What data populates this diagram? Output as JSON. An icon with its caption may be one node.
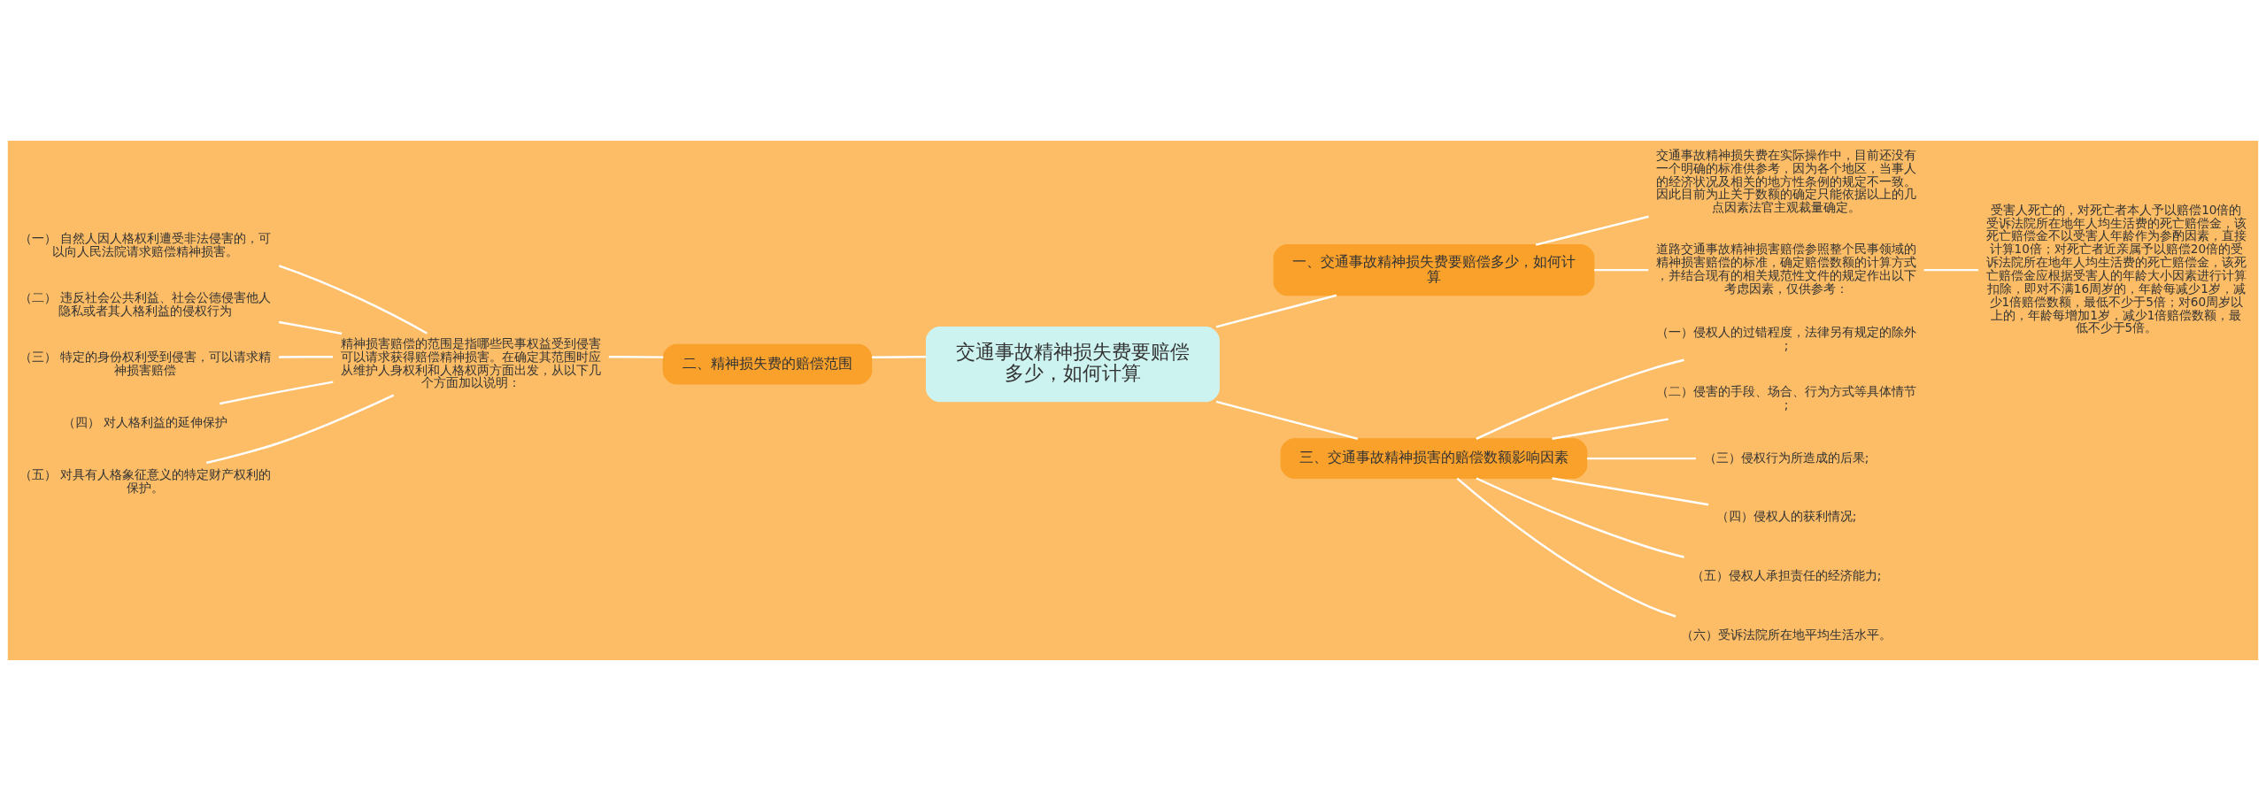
{
  "diagram": {
    "nodes": [
      {
        "text": [
          "交通事故精神损失费要赔偿多少，如何计算"
        ]
      },
      {
        "text": [
          "一、交通事故精神损失费要赔偿多少，如何计算"
        ]
      },
      {
        "text": [
          "交通事故精神损失费在实际操作中，目前还没有一个明确的标准供参考，因为各个地区，当事人的经济状况及相关的地方性条例的规定不一致。因此目前为止关于数额的确定只能依据以上的几点因素法官主观裁量确定。"
        ]
      },
      {
        "text": [
          "道路交通事故精神损害赔偿参照整个民事领域的精神损害赔偿的标准，确定赔偿数额的计算方式，并结合现有的相关规范性文件的规定作出以下考虑因素，仅供参考："
        ]
      },
      {
        "text": [
          "受害人死亡的，对死亡者本人予以赔偿10倍的受诉法院所在地年人均生活费的死亡赔偿金，该死亡赔偿金不以受害人年龄作为参酌因素，直接计算10倍；对死亡者近亲属予以赔偿20倍的受诉法院所在地年人均生活费的死亡赔偿金，该死亡赔偿金应根据受害人的年龄大小因素进行计算扣除，即对不满16周岁的，年龄每减少1岁，减少1倍赔偿数额，最低不少于5倍；对60周岁以上的，年龄每增加1岁，减少1倍赔偿数额，最低不少于5倍。"
        ]
      },
      {
        "text": [
          "二、精神损失费的赔偿范围"
        ]
      },
      {
        "text": [
          "精神损害赔偿的范围是指哪些民事权益受到侵害可以请求获得赔偿精神损害。在确定其范围时应从维护人身权利和人格权两方面出发，从以下几个方面加以说明："
        ]
      },
      {
        "text": [
          "（一） 自然人因人格权利遭受非法侵害的，可以向人民法院请求赔偿精神损害。"
        ]
      },
      {
        "text": [
          "（二） 违反社会公共利益、社会公德侵害他人隐私或者其人格利益的侵权行为"
        ]
      },
      {
        "text": [
          "（三） 特定的身份权利受到侵害，可以请求精神损害赔偿"
        ]
      },
      {
        "text": [
          "（四） 对人格利益的延伸保护"
        ]
      },
      {
        "text": [
          "（五） 对具有人格象征意义的特定财产权利的保护。"
        ]
      },
      {
        "text": [
          "三、交通事故精神损害的赔偿数额影响因素"
        ]
      },
      {
        "text": [
          "（一）侵权人的过错程度，法律另有规定的除外;"
        ]
      },
      {
        "text": [
          "（二）侵害的手段、场合、行为方式等具体情节;"
        ]
      },
      {
        "text": [
          "（三）侵权行为所造成的后果;"
        ]
      },
      {
        "text": [
          "（四）侵权人的获利情况;"
        ]
      },
      {
        "text": [
          "（五）侵权人承担责任的经济能力;"
        ]
      },
      {
        "text": [
          "（六）受诉法院所在地平均生活水平。"
        ]
      }
    ],
    "edges": [
      {
        "from": 0,
        "to": 1,
        "arrow": "none"
      },
      {
        "from": 1,
        "to": 2,
        "arrow": "none"
      },
      {
        "from": 1,
        "to": 3,
        "arrow": "none"
      },
      {
        "from": 3,
        "to": 4,
        "arrow": "none"
      },
      {
        "from": 0,
        "to": 5,
        "arrow": "none"
      },
      {
        "from": 5,
        "to": 6,
        "arrow": "none"
      },
      {
        "from": 6,
        "to": 7,
        "arrow": "none"
      },
      {
        "from": 6,
        "to": 8,
        "arrow": "none"
      },
      {
        "from": 6,
        "to": 9,
        "arrow": "none"
      },
      {
        "from": 6,
        "to": 10,
        "arrow": "none"
      },
      {
        "from": 6,
        "to": 11,
        "arrow": "none"
      },
      {
        "from": 0,
        "to": 12,
        "arrow": "none"
      },
      {
        "from": 12,
        "to": 13,
        "arrow": "none"
      },
      {
        "from": 12,
        "to": 14,
        "arrow": "none"
      },
      {
        "from": 12,
        "to": 15,
        "arrow": "none"
      },
      {
        "from": 12,
        "to": 16,
        "arrow": "none"
      },
      {
        "from": 12,
        "to": 17,
        "arrow": "none"
      },
      {
        "from": 12,
        "to": 18,
        "arrow": "none"
      }
    ]
  }
}
